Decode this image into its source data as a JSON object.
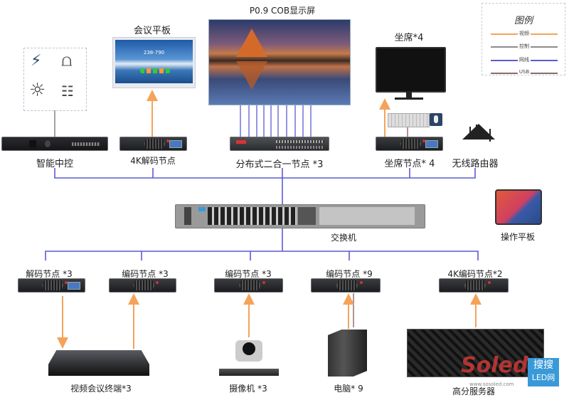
{
  "legend": {
    "title": "图例",
    "items": [
      {
        "label": "视频",
        "color": "#f5a35a"
      },
      {
        "label": "控制",
        "color": "#8c8c8c"
      },
      {
        "label": "网线",
        "color": "#5a5ad6"
      },
      {
        "label": "USB",
        "color": "#8a6a68"
      }
    ]
  },
  "top_row": {
    "display_screen": "P0.9 COB显示屏",
    "meeting_tablet": "会议平板",
    "seat_monitor": "坐席*4",
    "smart_control": "智能中控",
    "decode_4k": "4K解码节点",
    "distributed_node": "分布式二合一节点 *3",
    "seat_node": "坐席节点* 4",
    "wireless_router": "无线路由器"
  },
  "switch": {
    "label": "交换机"
  },
  "tablet": {
    "label": "操作平板"
  },
  "meeting_display_text": "238-790",
  "bottom_nodes": [
    {
      "label": "解码节点 *3"
    },
    {
      "label": "编码节点 *3"
    },
    {
      "label": "编码节点 *3"
    },
    {
      "label": "编码节点 *9"
    },
    {
      "label": "4K编码节点*2"
    }
  ],
  "endpoints": {
    "video_conf": "视频会议终端*3",
    "camera": "摄像机 *3",
    "computer": "电脑* 9",
    "server": "高分服务器"
  },
  "watermark": {
    "brand": "Soled",
    "badge_top": "搜搜",
    "badge_bottom": "LED网",
    "url": "www.sosoled.com"
  },
  "colors": {
    "video": "#f5a35a",
    "control": "#8c8c8c",
    "network": "#5a5ad6",
    "usb": "#8a6a68"
  }
}
